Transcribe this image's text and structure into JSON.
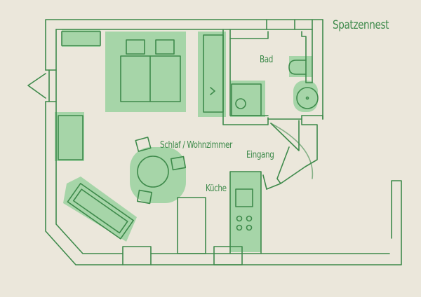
{
  "title": "Spatzennest",
  "rooms": {
    "bad": "Bad",
    "schlaf_wohnzimmer": "Schlaf / Wohnzimmer",
    "eingang": "Eingang",
    "kueche": "Küche"
  },
  "colors": {
    "background": "#ebe7db",
    "line": "#3e8a4b",
    "fill": "#8fcf97"
  }
}
